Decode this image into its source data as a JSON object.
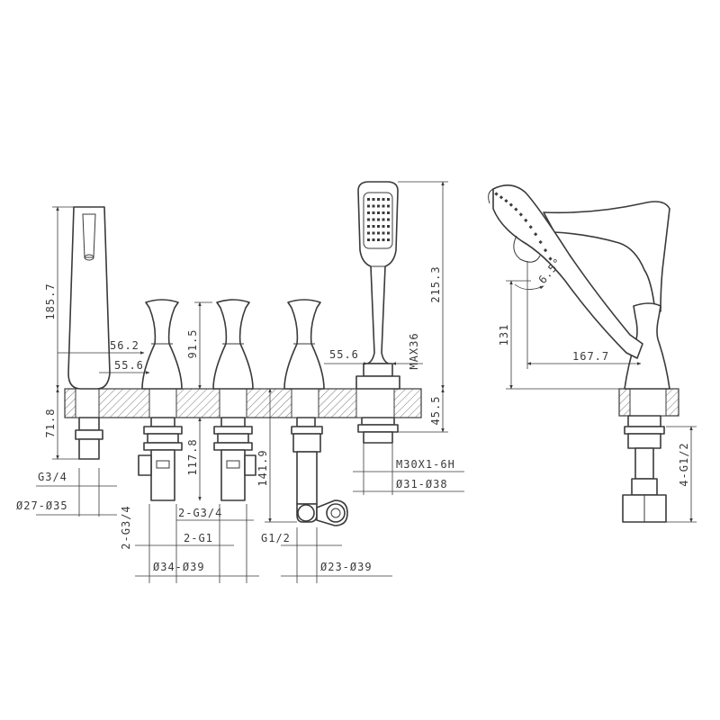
{
  "dimensions": {
    "spout_height": "185.7",
    "spout_reach": "56.2",
    "spout_offset": "55.6",
    "handle_height": "91.5",
    "shank_spout": "71.8",
    "shank_valve": "117.8",
    "shank_diverter": "141.9",
    "shower_height": "215.3",
    "shower_offset": "55.6",
    "shower_max": "MAX36",
    "shower_shank": "45.5",
    "side_height": "131",
    "side_reach": "167.7",
    "side_angle": "6.5°"
  },
  "callouts": {
    "spout_thread": "G3/4",
    "spout_diameter": "Ø27-Ø35",
    "valve_thread_left": "2-G3/4",
    "valve_thread_right": "2-G3/4",
    "valve_inlet": "2-G1",
    "valve_diameter": "Ø34-Ø39",
    "diverter_thread": "G1/2",
    "diverter_diameter": "Ø23-Ø39",
    "shower_thread": "M30X1-6H",
    "shower_diameter": "Ø31-Ø38",
    "side_thread": "4-G1/2"
  },
  "colors": {
    "line": "#3a3a3a",
    "background": "#ffffff"
  }
}
